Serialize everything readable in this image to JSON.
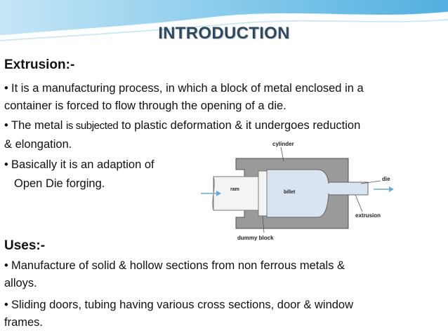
{
  "slide": {
    "title": "INTRODUCTION",
    "extrusion": {
      "heading": "Extrusion:-",
      "b1_l1": "It is a manufacturing process, in which a block of metal enclosed in a",
      "b1_l2": "container is forced to flow through the opening of a die.",
      "b2_l1a": "The metal ",
      "b2_l1b": "is subjected",
      "b2_l1c": " to plastic deformation & it undergoes reduction",
      "b2_l2": "& elongation.",
      "b3_l1": "Basically it is an adaption of",
      "b3_l2": "Open Die forging."
    },
    "uses": {
      "heading": "Uses:-",
      "b1_l1": "Manufacture of solid & hollow sections from non ferrous metals &",
      "b1_l2": "alloys.",
      "b2_l1": "Sliding doors, tubing having various cross sections, door & window",
      "b2_l2": "frames."
    }
  },
  "diagram": {
    "labels": {
      "cylinder": "cylinder",
      "die": "die",
      "ram": "ram",
      "billet": "billet",
      "extrusion": "extrusion",
      "dummy_block": "dummy block"
    },
    "colors": {
      "container": "#9a9a9a",
      "billet": "#d8e4f0",
      "arrow": "#6aa8d8"
    }
  }
}
